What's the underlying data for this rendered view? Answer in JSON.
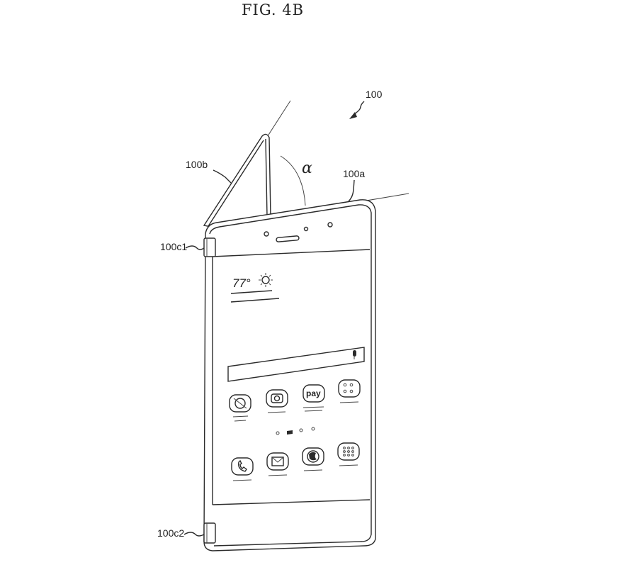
{
  "figure": {
    "title": "FIG. 4B"
  },
  "labels": {
    "device": "100",
    "first_body": "100a",
    "second_body": "100b",
    "hinge_top": "100c1",
    "hinge_bottom": "100c2",
    "angle": "α"
  },
  "screen": {
    "temperature": "77°",
    "pay_icon_text": "pay"
  }
}
